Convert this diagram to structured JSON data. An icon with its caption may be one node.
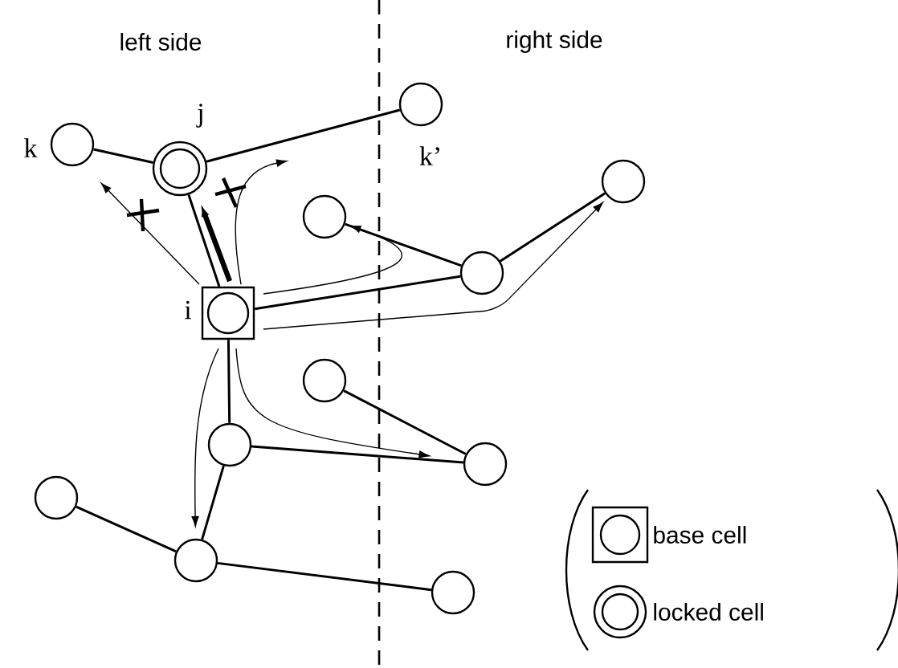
{
  "diagram": {
    "nodes": [
      {
        "text": [],
        "shape": "circle",
        "beside": [
          "k"
        ]
      },
      {
        "text": [],
        "shape": "ring",
        "beside": [
          "j"
        ]
      },
      {
        "text": [],
        "shape": "circle",
        "beside": [
          "k’"
        ]
      },
      {
        "text": [],
        "shape": "circle"
      },
      {
        "text": [],
        "shape": "circle"
      },
      {
        "text": [],
        "shape": "circle"
      },
      {
        "text": [],
        "shape": "box",
        "beside": [
          "i"
        ]
      },
      {
        "text": [],
        "shape": "circle"
      },
      {
        "text": [],
        "shape": "circle"
      },
      {
        "text": [],
        "shape": "circle"
      },
      {
        "text": [],
        "shape": "circle"
      },
      {
        "text": [],
        "shape": "circle"
      },
      {
        "text": [],
        "shape": "circle"
      }
    ],
    "edges": [
      {
        "from": 0,
        "to": 1,
        "arrow": "none"
      },
      {
        "from": 1,
        "to": 2,
        "arrow": "none"
      },
      {
        "from": 1,
        "to": 6,
        "arrow": "none"
      },
      {
        "from": 6,
        "to": 1,
        "arrow": "to",
        "style": "thick"
      },
      {
        "from": 6,
        "to": null,
        "arrow": "to"
      },
      {
        "from": 6,
        "to": null,
        "arrow": "to"
      },
      {
        "from": 6,
        "to": 3,
        "arrow": "to"
      },
      {
        "from": 6,
        "to": 4,
        "arrow": "to"
      },
      {
        "from": 6,
        "to": 9,
        "arrow": "to"
      },
      {
        "from": 6,
        "to": 11,
        "arrow": "to"
      },
      {
        "from": 3,
        "to": 5,
        "arrow": "none"
      },
      {
        "from": 5,
        "to": 4,
        "arrow": "none"
      },
      {
        "from": 6,
        "to": 5,
        "arrow": "none"
      },
      {
        "from": 6,
        "to": 8,
        "arrow": "none"
      },
      {
        "from": 8,
        "to": 9,
        "arrow": "none"
      },
      {
        "from": 8,
        "to": 11,
        "arrow": "none"
      },
      {
        "from": 10,
        "to": 11,
        "arrow": "none"
      },
      {
        "from": 11,
        "to": 12,
        "arrow": "none"
      },
      {
        "from": 7,
        "to": 9,
        "arrow": "none"
      }
    ],
    "labels": [
      "left side",
      "right side"
    ],
    "legend": [
      {
        "text": "base cell"
      },
      {
        "text": "locked cell"
      }
    ]
  }
}
